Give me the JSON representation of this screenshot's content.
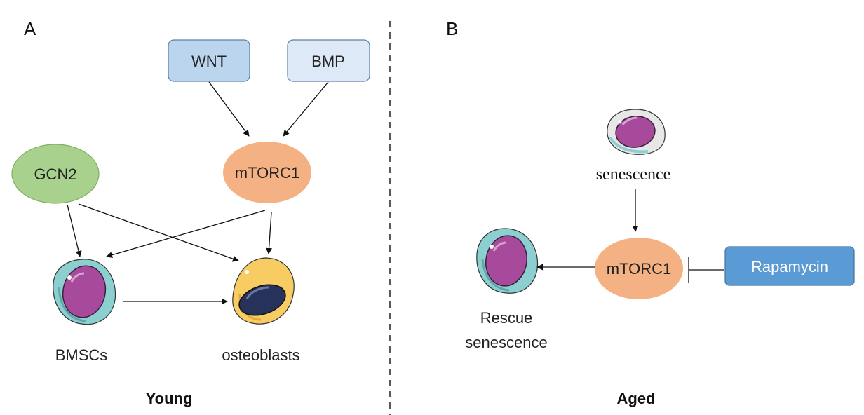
{
  "panels": {
    "a": {
      "letter": "A",
      "caption": "Young"
    },
    "b": {
      "letter": "B",
      "caption": "Aged"
    }
  },
  "young": {
    "wnt": "WNT",
    "bmp": "BMP",
    "gcn2": "GCN2",
    "mtorc1": "mTORC1",
    "bmscs": "BMSCs",
    "osteoblasts": "osteoblasts"
  },
  "aged": {
    "senescence": "senescence",
    "mtorc1": "mTORC1",
    "rapamycin": "Rapamycin",
    "rescue_line1": "Rescue",
    "rescue_line2": "senescence"
  },
  "colors": {
    "wnt_fill": "#bcd5ee",
    "bmp_fill": "#dde9f6",
    "box_stroke": "#5b7fa6",
    "gcn2_fill": "#a9d18e",
    "gcn2_stroke": "#7fae5e",
    "mtorc1_fill": "#f4b183",
    "rapamycin_fill": "#5b9bd5",
    "rapamycin_text": "#ffffff",
    "stem_cell_body": "#8ccfd0",
    "nucleus": "#a84a9c",
    "osteoblast_body": "#f7cc63",
    "osteoblast_nucleus": "#27325a",
    "senescent_body": "#e7e7e7"
  }
}
